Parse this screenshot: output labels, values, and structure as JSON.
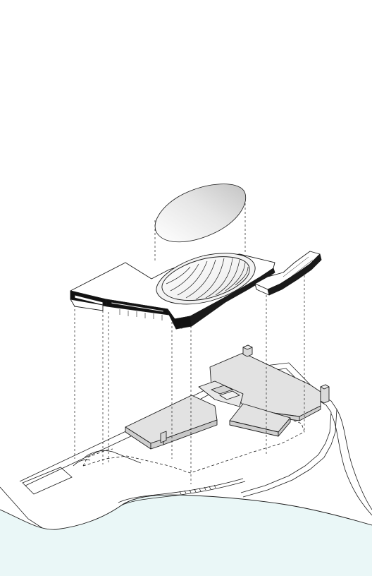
{
  "diagram": {
    "kind": "exploded-axonometric",
    "layers": [
      {
        "id": "roof-canopy",
        "fill": "#e2e2e2"
      },
      {
        "id": "roof-structure",
        "fill": "#ffffff"
      },
      {
        "id": "site-buildings",
        "fill": "#e2e2e2"
      },
      {
        "id": "waterfront",
        "fill": "#eaf7f7"
      }
    ],
    "colors": {
      "line": "#1a1a1a",
      "building_fill": "#e2e2e2",
      "water": "#eaf7f7",
      "background": "#ffffff",
      "section_cut": "#111111"
    }
  }
}
